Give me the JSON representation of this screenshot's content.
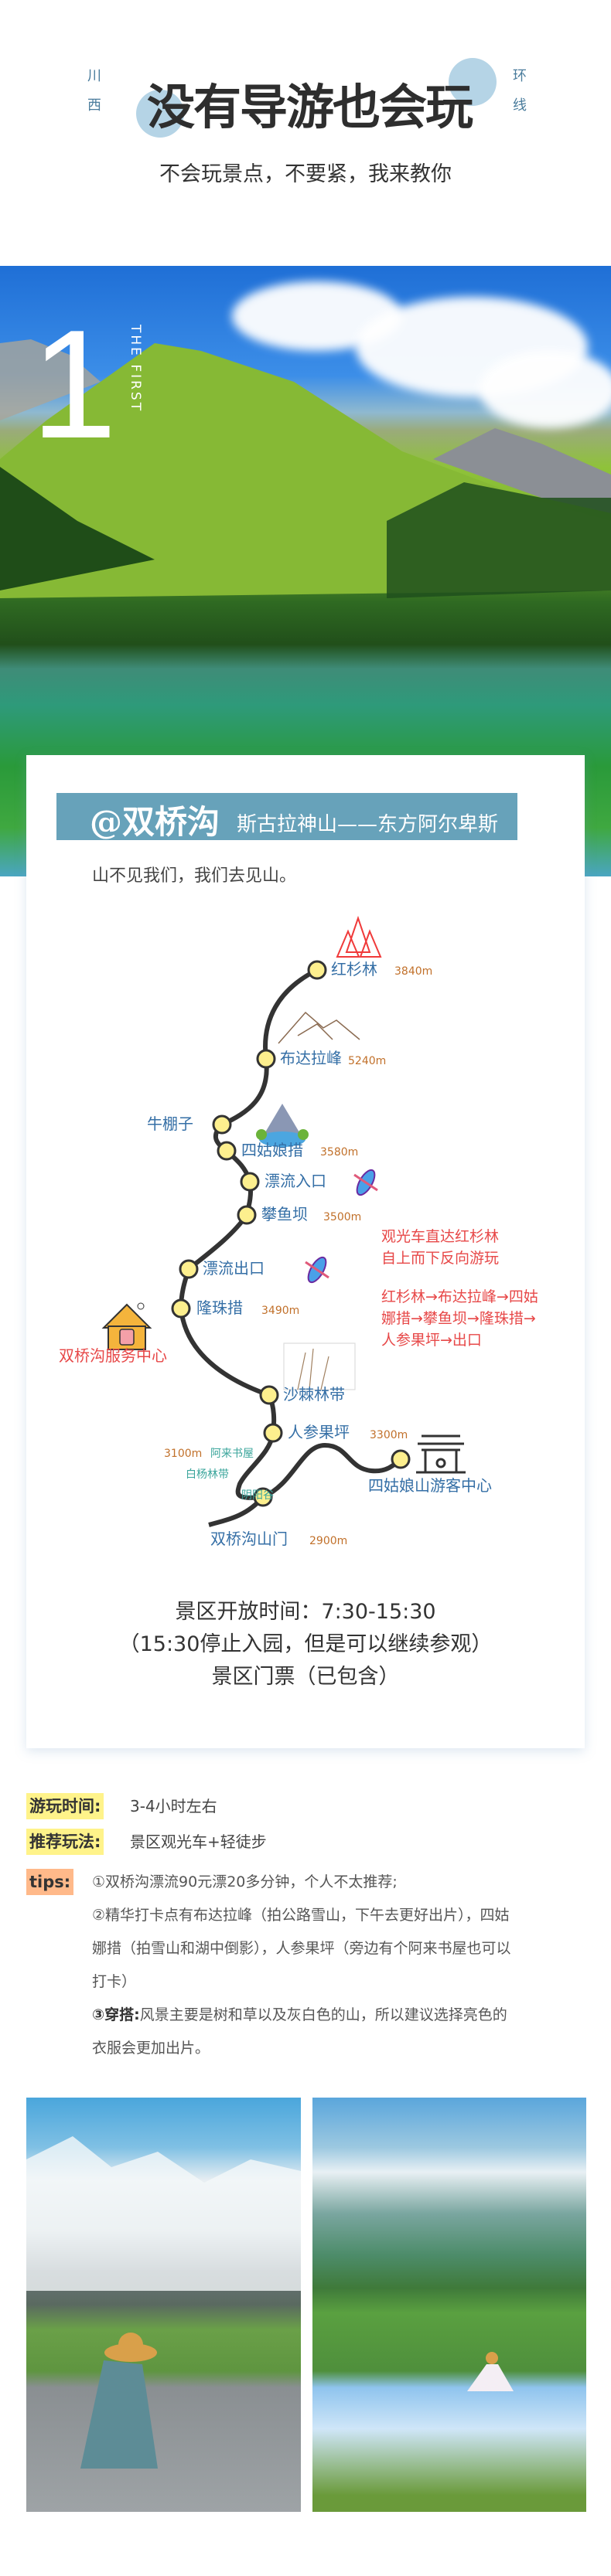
{
  "header": {
    "title": "没有导游也会玩",
    "side_left": [
      "川",
      "西"
    ],
    "side_right": [
      "环",
      "线"
    ],
    "subtitle": "不会玩景点，不要紧，我来教你",
    "accent": "#b5d4e6"
  },
  "hero": {
    "number": "1",
    "label": "THE FIRST"
  },
  "card": {
    "title": "@双桥沟",
    "subtitle": "斯古拉神山——东方阿尔卑斯",
    "slogan": "山不见我们，我们去见山。",
    "band_color": "#67a2ba",
    "map": {
      "stops": [
        {
          "name": "红杉林",
          "alt": "3840m"
        },
        {
          "name": "布达拉峰",
          "alt": "5240m"
        },
        {
          "name": "牛棚子",
          "alt": ""
        },
        {
          "name": "四姑娘措",
          "alt": "3580m"
        },
        {
          "name": "漂流入口",
          "alt": ""
        },
        {
          "name": "攀鱼坝",
          "alt": "3500m"
        },
        {
          "name": "漂流出口",
          "alt": ""
        },
        {
          "name": "隆珠措",
          "alt": "3490m"
        },
        {
          "name": "沙棘林带",
          "alt": ""
        },
        {
          "name": "人参果坪",
          "alt": "3300m"
        },
        {
          "name": "双桥沟山门",
          "alt": "2900m"
        },
        {
          "name": "四姑娘山游客中心",
          "alt": ""
        }
      ],
      "service_center": "双桥沟服务中心",
      "side_note_alt": "3100m",
      "side_note_1": "阿来书屋",
      "side_note_2": "白杨林带",
      "side_note_3": "阴阳谷",
      "note_lines": [
        "观光车直达红杉林",
        "自上而下反向游玩"
      ],
      "route_lines": [
        "红杉林→布达拉峰→四姑",
        "娜措→攀鱼坝→隆珠措→",
        "人参果坪→出口"
      ]
    },
    "info": [
      "景区开放时间：7:30-15:30",
      "（15:30停止入园，但是可以继续参观）",
      "景区门票（已包含）"
    ]
  },
  "details": {
    "time_label": "游玩时间:",
    "time_value": "3-4小时左右",
    "play_label": "推荐玩法:",
    "play_value": "景区观光车+轻徒步",
    "tips_label": "tips:",
    "tips": [
      "①双桥沟漂流90元漂20多分钟，个人不太推荐;",
      "②精华打卡点有布达拉峰（拍公路雪山，下午去更好出片），四姑",
      "娜措（拍雪山和湖中倒影），人参果坪（旁边有个阿来书屋也可以",
      "打卡）"
    ],
    "tip3_bold": "③穿搭:",
    "tip3_rest": "风景主要是树和草以及灰白色的山，所以建议选择亮色的",
    "tip3_line2": "衣服会更加出片。",
    "label_color": "#fff38a",
    "tips_color": "#ffb98a"
  }
}
